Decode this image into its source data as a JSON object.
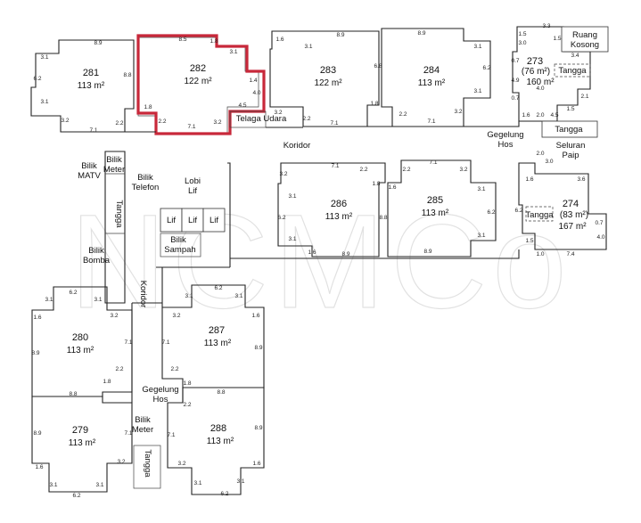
{
  "units": [
    {
      "id": "281",
      "number": "281",
      "area": "113 m²"
    },
    {
      "id": "282",
      "number": "282",
      "area": "122 m²"
    },
    {
      "id": "283",
      "number": "283",
      "area": "122 m²"
    },
    {
      "id": "284",
      "number": "284",
      "area": "113 m²"
    },
    {
      "id": "273",
      "number": "273",
      "area_sub": "(76 m²)",
      "area": "160 m²"
    },
    {
      "id": "286",
      "number": "286",
      "area": "113 m²"
    },
    {
      "id": "285",
      "number": "285",
      "area": "113 m²"
    },
    {
      "id": "274",
      "number": "274",
      "area_sub": "(83 m²)",
      "area": "167 m²"
    },
    {
      "id": "280",
      "number": "280",
      "area": "113 m²"
    },
    {
      "id": "287",
      "number": "287",
      "area": "113 m²"
    },
    {
      "id": "279",
      "number": "279",
      "area": "113 m²"
    },
    {
      "id": "288",
      "number": "288",
      "area": "113 m²"
    }
  ],
  "labels": {
    "koridor_top": "Koridor",
    "koridor_side": "Koridor",
    "telaga_udara": "Telaga Udara",
    "bilik_meter_1": "Bilik",
    "bilik_meter_2": "Meter",
    "bilik_matv_1": "Bilik",
    "bilik_matv_2": "MATV",
    "bilik_telefon_1": "Bilik",
    "bilik_telefon_2": "Telefon",
    "tangga_left": "Tangga",
    "bilik_bomba_1": "Bilik",
    "bilik_bomba_2": "Bomba",
    "lobi_lif_1": "Lobi",
    "lobi_lif_2": "Lif",
    "lif_1": "Lif",
    "lif_2": "Lif",
    "lif_3": "Lif",
    "bilik_sampah_1": "Bilik",
    "bilik_sampah_2": "Sampah",
    "gegelung_hos_top_1": "Gegelung",
    "gegelung_hos_top_2": "Hos",
    "tangga_right": "Tangga",
    "seluran_paip_1": "Seluran",
    "seluran_paip_2": "Paip",
    "ruang_kosong_1": "Ruang",
    "ruang_kosong_2": "Kosong",
    "tangga_273": "Tangga",
    "tangga_274": "Tangga",
    "gegelung_hos_bottom_1": "Gegelung",
    "gegelung_hos_bottom_2": "Hos",
    "bilik_meter_bottom_1": "Bilik",
    "bilik_meter_bottom_2": "Meter",
    "tangga_bottom": "Tangga"
  },
  "dimensions": {
    "d_281_top": "8.9",
    "d_281_l": "3.1",
    "d_281_l2": "6.2",
    "d_281_bl": "3.1",
    "d_281_r": "8.8",
    "d_281_b1": "3.2",
    "d_281_b2": "7.1",
    "d_281_b3": "2.2",
    "d_282_top": "8.5",
    "d_282_t2": "1.8",
    "d_282_r1": "3.1",
    "d_282_r2": "1.4",
    "d_282_r3": "4.0",
    "d_282_b1": "1.8",
    "d_282_b2": "2.2",
    "d_282_b3": "7.1",
    "d_282_b4": "3.2",
    "d_282_b5": "4.5",
    "d_283_top": "8.9",
    "d_283_l": "1.6",
    "d_283_r": "3.1",
    "d_283_rr": "6.8",
    "d_283_b": "7.1",
    "d_283_b2": "2.2",
    "d_283_b3": "3.2",
    "d_283_b4": "1.8",
    "d_284_top": "8.9",
    "d_284_r": "3.1",
    "d_284_r2": "6.2",
    "d_284_b": "7.1",
    "d_284_b2": "2.2",
    "d_284_b3": "3.2",
    "d_284_b4": "3.1",
    "d_273_a": "1.5",
    "d_273_b": "3.3",
    "d_273_c": "3.0",
    "d_273_d": "1.5",
    "d_273_e": "3.4",
    "d_273_f": "0.7",
    "d_273_g": "4.9",
    "d_273_h": "4.0",
    "d_273_i": "2.1",
    "d_273_j": "0.7",
    "d_273_k": "1.6",
    "d_273_l": "2.0",
    "d_273_m": "4.5",
    "d_273_n": "1.5",
    "d_286_top": "7.1",
    "d_286_a": "3.2",
    "d_286_b": "2.2",
    "d_286_c": "3.1",
    "d_286_d": "6.2",
    "d_286_e": "3.1",
    "d_286_f": "1.6",
    "d_286_g": "8.9",
    "d_286_h": "1.8",
    "d_286_i": "8.8",
    "d_285_top": "7.1",
    "d_285_a": "2.2",
    "d_285_b": "3.2",
    "d_285_c": "3.1",
    "d_285_d": "6.2",
    "d_285_e": "3.1",
    "d_285_f": "8.9",
    "d_285_g": "1.6",
    "d_274_a": "1.6",
    "d_274_b": "3.6",
    "d_274_c": "6.2",
    "d_274_d": "3.0",
    "d_274_e": "0.7",
    "d_274_f": "4.0",
    "d_274_g": "7.4",
    "d_274_h": "1.0",
    "d_274_i": "1.5",
    "d_274_j": "2.0",
    "d_280_top": "6.2",
    "d_280_a": "3.1",
    "d_280_b": "3.1",
    "d_280_c": "1.6",
    "d_280_d": "8.9",
    "d_280_e": "3.2",
    "d_280_f": "7.1",
    "d_280_g": "2.2",
    "d_280_h": "8.8",
    "d_280_i": "1.8",
    "d_287_top": "6.2",
    "d_287_a": "3.1",
    "d_287_b": "3.1",
    "d_287_c": "3.2",
    "d_287_d": "1.6",
    "d_287_e": "7.1",
    "d_287_f": "8.9",
    "d_287_g": "2.2",
    "d_287_h": "1.8",
    "d_279_a": "8.9",
    "d_279_b": "1.6",
    "d_279_c": "3.1",
    "d_279_d": "6.2",
    "d_279_e": "3.1",
    "d_279_f": "3.2",
    "d_279_g": "7.1",
    "d_288_a": "8.8",
    "d_288_b": "2.2",
    "d_288_c": "7.1",
    "d_288_d": "3.2",
    "d_288_e": "3.1",
    "d_288_f": "6.2",
    "d_288_g": "3.1",
    "d_288_h": "1.6",
    "d_288_i": "8.9"
  },
  "watermark": "NCMCo"
}
